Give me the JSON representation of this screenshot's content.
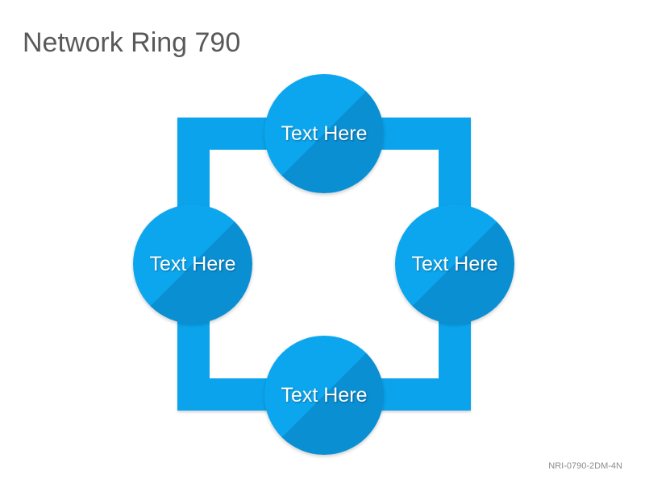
{
  "slide": {
    "title": "Network Ring 790",
    "code": "NRI-0790-2DM-4N"
  },
  "colors": {
    "ring": "#0ba4ec",
    "node_light": "#0ca6ee",
    "node_dark": "#0a8fd3"
  },
  "nodes": [
    {
      "position": "top",
      "label": "Text Here"
    },
    {
      "position": "left",
      "label": "Text Here"
    },
    {
      "position": "right",
      "label": "Text Here"
    },
    {
      "position": "bottom",
      "label": "Text Here"
    }
  ]
}
